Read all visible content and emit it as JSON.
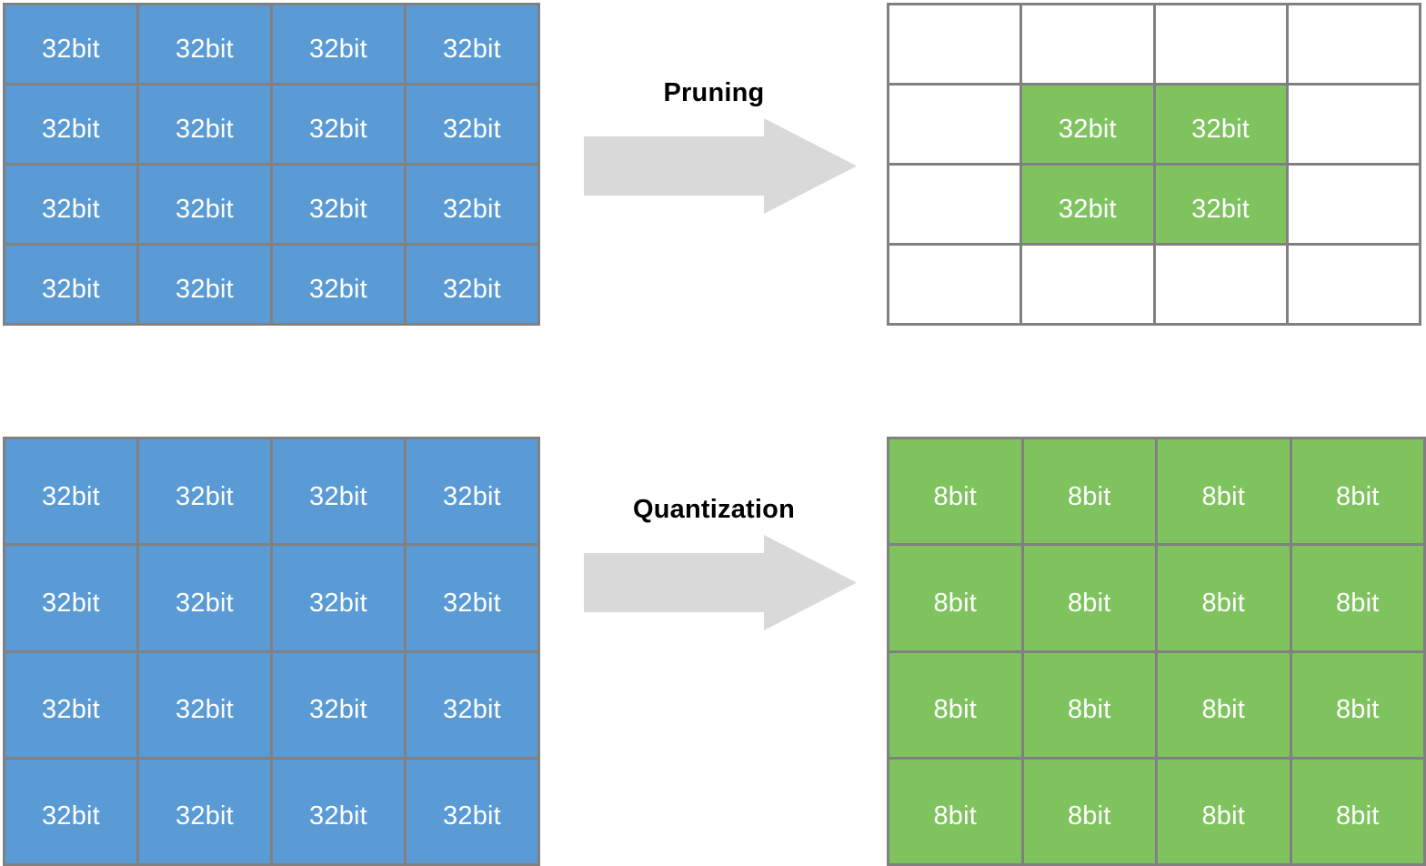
{
  "figure": {
    "title_absent": true,
    "background_color": "#FFFFFF",
    "colors": {
      "blue_cell": "#5B9BD5",
      "green_cell": "#7FC35F",
      "grid_line": "#808080",
      "arrow": "#D9D9D9",
      "cell_text": "#FFFFFF",
      "label_text": "#000000"
    }
  },
  "rows": [
    {
      "name": "pruning",
      "transform_label": "Pruning",
      "arrow_icon": "right-arrow-icon",
      "source_grid": {
        "name": "original-weight-matrix",
        "rows": 4,
        "cols": 4,
        "cells": [
          [
            {
              "label": "32bit",
              "state": "blue"
            },
            {
              "label": "32bit",
              "state": "blue"
            },
            {
              "label": "32bit",
              "state": "blue"
            },
            {
              "label": "32bit",
              "state": "blue"
            }
          ],
          [
            {
              "label": "32bit",
              "state": "blue"
            },
            {
              "label": "32bit",
              "state": "blue"
            },
            {
              "label": "32bit",
              "state": "blue"
            },
            {
              "label": "32bit",
              "state": "blue"
            }
          ],
          [
            {
              "label": "32bit",
              "state": "blue"
            },
            {
              "label": "32bit",
              "state": "blue"
            },
            {
              "label": "32bit",
              "state": "blue"
            },
            {
              "label": "32bit",
              "state": "blue"
            }
          ],
          [
            {
              "label": "32bit",
              "state": "blue"
            },
            {
              "label": "32bit",
              "state": "blue"
            },
            {
              "label": "32bit",
              "state": "blue"
            },
            {
              "label": "32bit",
              "state": "blue"
            }
          ]
        ]
      },
      "result_grid": {
        "name": "pruned-weight-matrix",
        "rows": 4,
        "cols": 4,
        "cells": [
          [
            {
              "label": "",
              "state": "empty"
            },
            {
              "label": "",
              "state": "empty"
            },
            {
              "label": "",
              "state": "empty"
            },
            {
              "label": "",
              "state": "empty"
            }
          ],
          [
            {
              "label": "",
              "state": "empty"
            },
            {
              "label": "32bit",
              "state": "green"
            },
            {
              "label": "32bit",
              "state": "green"
            },
            {
              "label": "",
              "state": "empty"
            }
          ],
          [
            {
              "label": "",
              "state": "empty"
            },
            {
              "label": "32bit",
              "state": "green"
            },
            {
              "label": "32bit",
              "state": "green"
            },
            {
              "label": "",
              "state": "empty"
            }
          ],
          [
            {
              "label": "",
              "state": "empty"
            },
            {
              "label": "",
              "state": "empty"
            },
            {
              "label": "",
              "state": "empty"
            },
            {
              "label": "",
              "state": "empty"
            }
          ]
        ]
      }
    },
    {
      "name": "quantization",
      "transform_label": "Quantization",
      "arrow_icon": "right-arrow-icon",
      "source_grid": {
        "name": "original-weight-matrix",
        "rows": 4,
        "cols": 4,
        "cells": [
          [
            {
              "label": "32bit",
              "state": "blue"
            },
            {
              "label": "32bit",
              "state": "blue"
            },
            {
              "label": "32bit",
              "state": "blue"
            },
            {
              "label": "32bit",
              "state": "blue"
            }
          ],
          [
            {
              "label": "32bit",
              "state": "blue"
            },
            {
              "label": "32bit",
              "state": "blue"
            },
            {
              "label": "32bit",
              "state": "blue"
            },
            {
              "label": "32bit",
              "state": "blue"
            }
          ],
          [
            {
              "label": "32bit",
              "state": "blue"
            },
            {
              "label": "32bit",
              "state": "blue"
            },
            {
              "label": "32bit",
              "state": "blue"
            },
            {
              "label": "32bit",
              "state": "blue"
            }
          ],
          [
            {
              "label": "32bit",
              "state": "blue"
            },
            {
              "label": "32bit",
              "state": "blue"
            },
            {
              "label": "32bit",
              "state": "blue"
            },
            {
              "label": "32bit",
              "state": "blue"
            }
          ]
        ]
      },
      "result_grid": {
        "name": "quantized-weight-matrix",
        "rows": 4,
        "cols": 4,
        "cells": [
          [
            {
              "label": "8bit",
              "state": "green"
            },
            {
              "label": "8bit",
              "state": "green"
            },
            {
              "label": "8bit",
              "state": "green"
            },
            {
              "label": "8bit",
              "state": "green"
            }
          ],
          [
            {
              "label": "8bit",
              "state": "green"
            },
            {
              "label": "8bit",
              "state": "green"
            },
            {
              "label": "8bit",
              "state": "green"
            },
            {
              "label": "8bit",
              "state": "green"
            }
          ],
          [
            {
              "label": "8bit",
              "state": "green"
            },
            {
              "label": "8bit",
              "state": "green"
            },
            {
              "label": "8bit",
              "state": "green"
            },
            {
              "label": "8bit",
              "state": "green"
            }
          ],
          [
            {
              "label": "8bit",
              "state": "green"
            },
            {
              "label": "8bit",
              "state": "green"
            },
            {
              "label": "8bit",
              "state": "green"
            },
            {
              "label": "8bit",
              "state": "green"
            }
          ]
        ]
      }
    }
  ]
}
